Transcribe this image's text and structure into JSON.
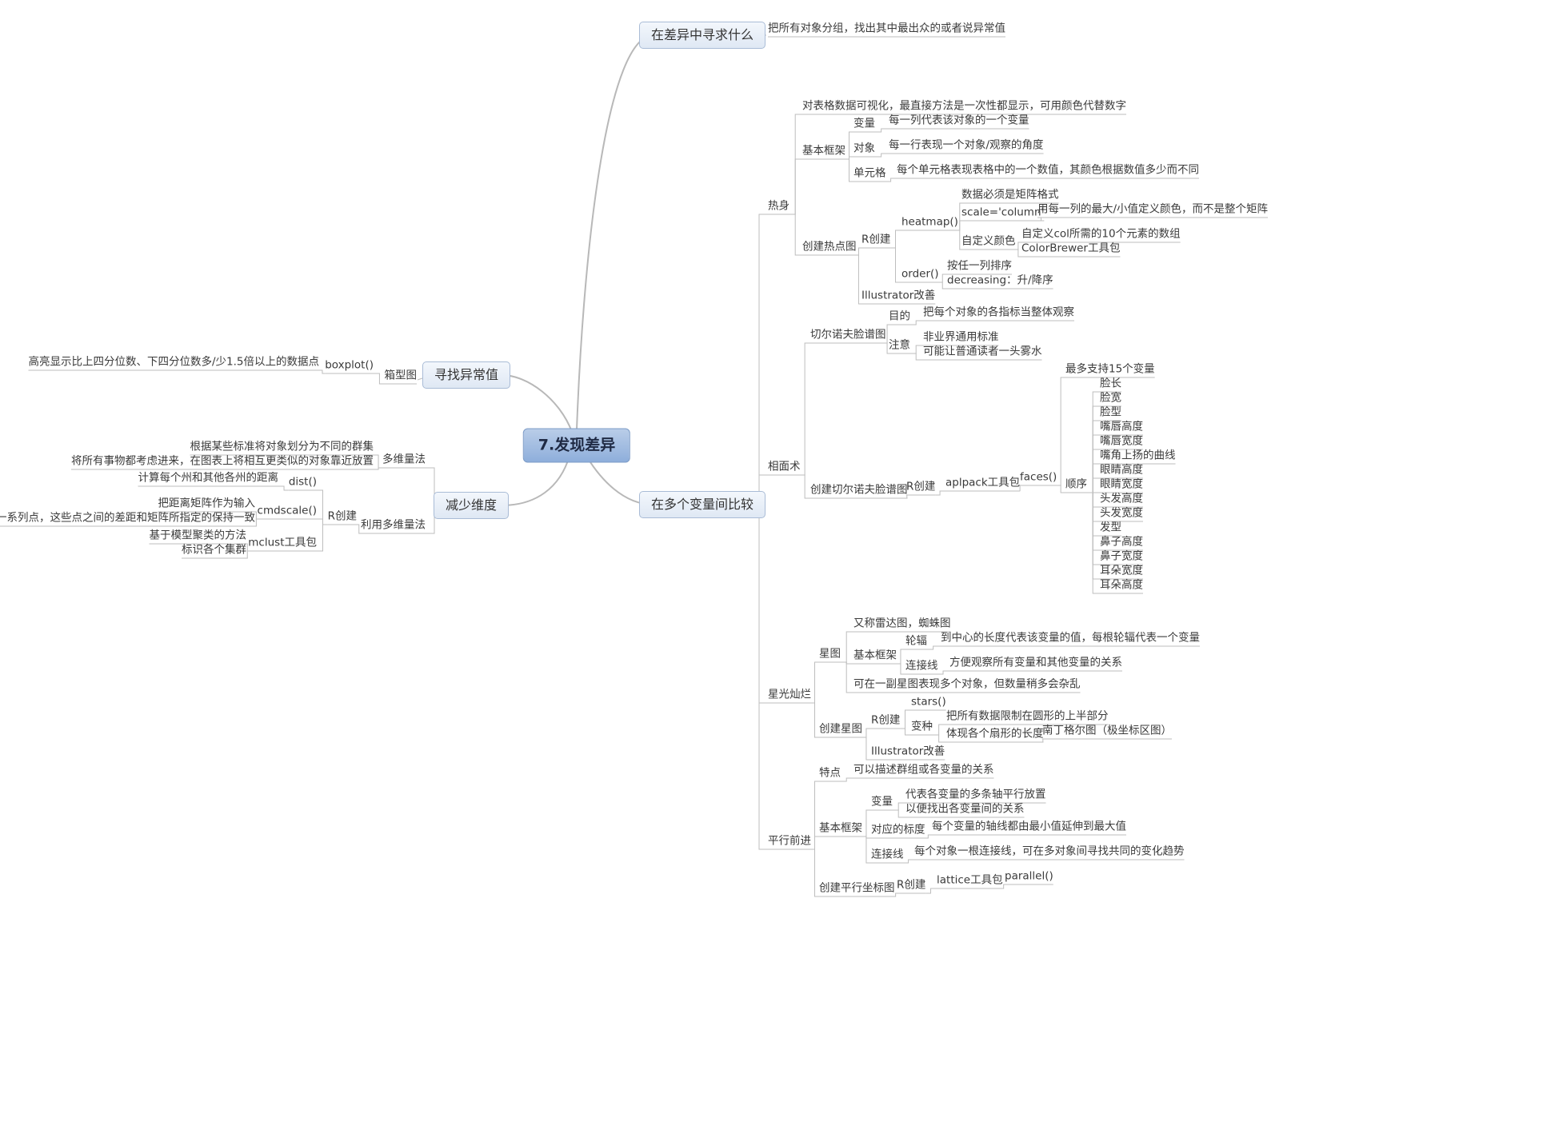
{
  "root": "7.发现差异",
  "nodes": {
    "n1": "在差异中寻求什么",
    "n1a": "把所有对象分组，找出其中最出众的或者说异常值",
    "n2": "在多个变量间比较",
    "w": "热身",
    "w1": "对表格数据可视化，最直接方法是一次性都显示，可用颜色代替数字",
    "w2": "基本框架",
    "w2a": "变量",
    "w2a1": "每一列代表该对象的一个变量",
    "w2b": "对象",
    "w2b1": "每一行表现一个对象/观察的角度",
    "w2c": "单元格",
    "w2c1": "每个单元格表现表格中的一个数值，其颜色根据数值多少而不同",
    "w3": "创建热点图",
    "w3a": "R创建",
    "w3a1": "heatmap()",
    "w3a1a": "数据必须是矩阵格式",
    "w3a1b": "scale='column'",
    "w3a1b1": "用每一列的最大/小值定义颜色，而不是整个矩阵",
    "w3a1c": "自定义颜色",
    "w3a1c1": "自定义col所需的10个元素的数组",
    "w3a1c2": "ColorBrewer工具包",
    "w3a2": "order()",
    "w3a2a": "按任一列排序",
    "w3a2b": "decreasing：升/降序",
    "w3b": "Illustrator改善",
    "p": "相面术",
    "p1": "切尔诺夫脸谱图",
    "p1a": "目的",
    "p1a1": "把每个对象的各指标当整体观察",
    "p1b": "注意",
    "p1b1": "非业界通用标准",
    "p1b2": "可能让普通读者一头雾水",
    "p2": "创建切尔诺夫脸谱图",
    "p2a": "R创建",
    "p2a1": "aplpack工具包",
    "p2a1a": "faces()",
    "p2a1a1": "最多支持15个变量",
    "p2a1a2": "顺序",
    "s": "星光灿烂",
    "s1": "星图",
    "s1a": "又称雷达图，蜘蛛图",
    "s1b": "基本框架",
    "s1b1": "轮辐",
    "s1b1a": "到中心的长度代表该变量的值，每根轮辐代表一个变量",
    "s1b2": "连接线",
    "s1b2a": "方便观察所有变量和其他变量的关系",
    "s1c": "可在一副星图表现多个对象，但数量稍多会杂乱",
    "s2": "创建星图",
    "s2a": "R创建",
    "s2a1": "stars()",
    "s2a2": "变种",
    "s2a2a": "把所有数据限制在圆形的上半部分",
    "s2a2b": "体现各个扇形的长度",
    "s2a2b1": "南丁格尔图（极坐标区图）",
    "s2b": "Illustrator改善",
    "pc": "平行前进",
    "pc1": "特点",
    "pc1a": "可以描述群组或各变量的关系",
    "pc2": "基本框架",
    "pc2a": "变量",
    "pc2a1": "代表各变量的多条轴平行放置",
    "pc2a2": "以便找出各变量间的关系",
    "pc2b": "对应的标度",
    "pc2b1": "每个变量的轴线都由最小值延伸到最大值",
    "pc2c": "连接线",
    "pc2c1": "每个对象一根连接线，可在多对象间寻找共同的变化趋势",
    "pc3": "创建平行坐标图",
    "pc3a": "R创建",
    "pc3a1": "lattice工具包",
    "pc3a1a": "parallel()",
    "o": "寻找异常值",
    "o1": "箱型图",
    "o1a": "boxplot()",
    "o1a1": "高亮显示比上四分位数、下四分位数多/少1.5倍以上的数据点",
    "d": "减少维度",
    "d1": "多维量法",
    "d1a": "根据某些标准将对象划分为不同的群集",
    "d1b": "将所有事物都考虑进来，在图表上将相互更类似的对象靠近放置",
    "d2": "利用多维量法",
    "d2a": "R创建",
    "d2a1": "dist()",
    "d2a1a": "计算每个州和其他各州的距离",
    "d2a2": "cmdscale()",
    "d2a2a": "把距离矩阵作为输入",
    "d2a2b": "返回一系列点，这些点之间的差距和矩阵所指定的保持一致",
    "d2a3": "mclust工具包",
    "d2a3a": "基于模型聚类的方法",
    "d2a3b": "标识各个集群"
  },
  "faces_variables": [
    "脸长",
    "脸宽",
    "脸型",
    "嘴唇高度",
    "嘴唇宽度",
    "嘴角上扬的曲线",
    "眼睛高度",
    "眼睛宽度",
    "头发高度",
    "头发宽度",
    "发型",
    "鼻子高度",
    "鼻子宽度",
    "耳朵宽度",
    "耳朵高度"
  ],
  "colors": {
    "link": "#b8b8b8",
    "underline": "#bdbdbd",
    "main_border": "#a9bcd6",
    "root_fill": "#8eaedb"
  }
}
